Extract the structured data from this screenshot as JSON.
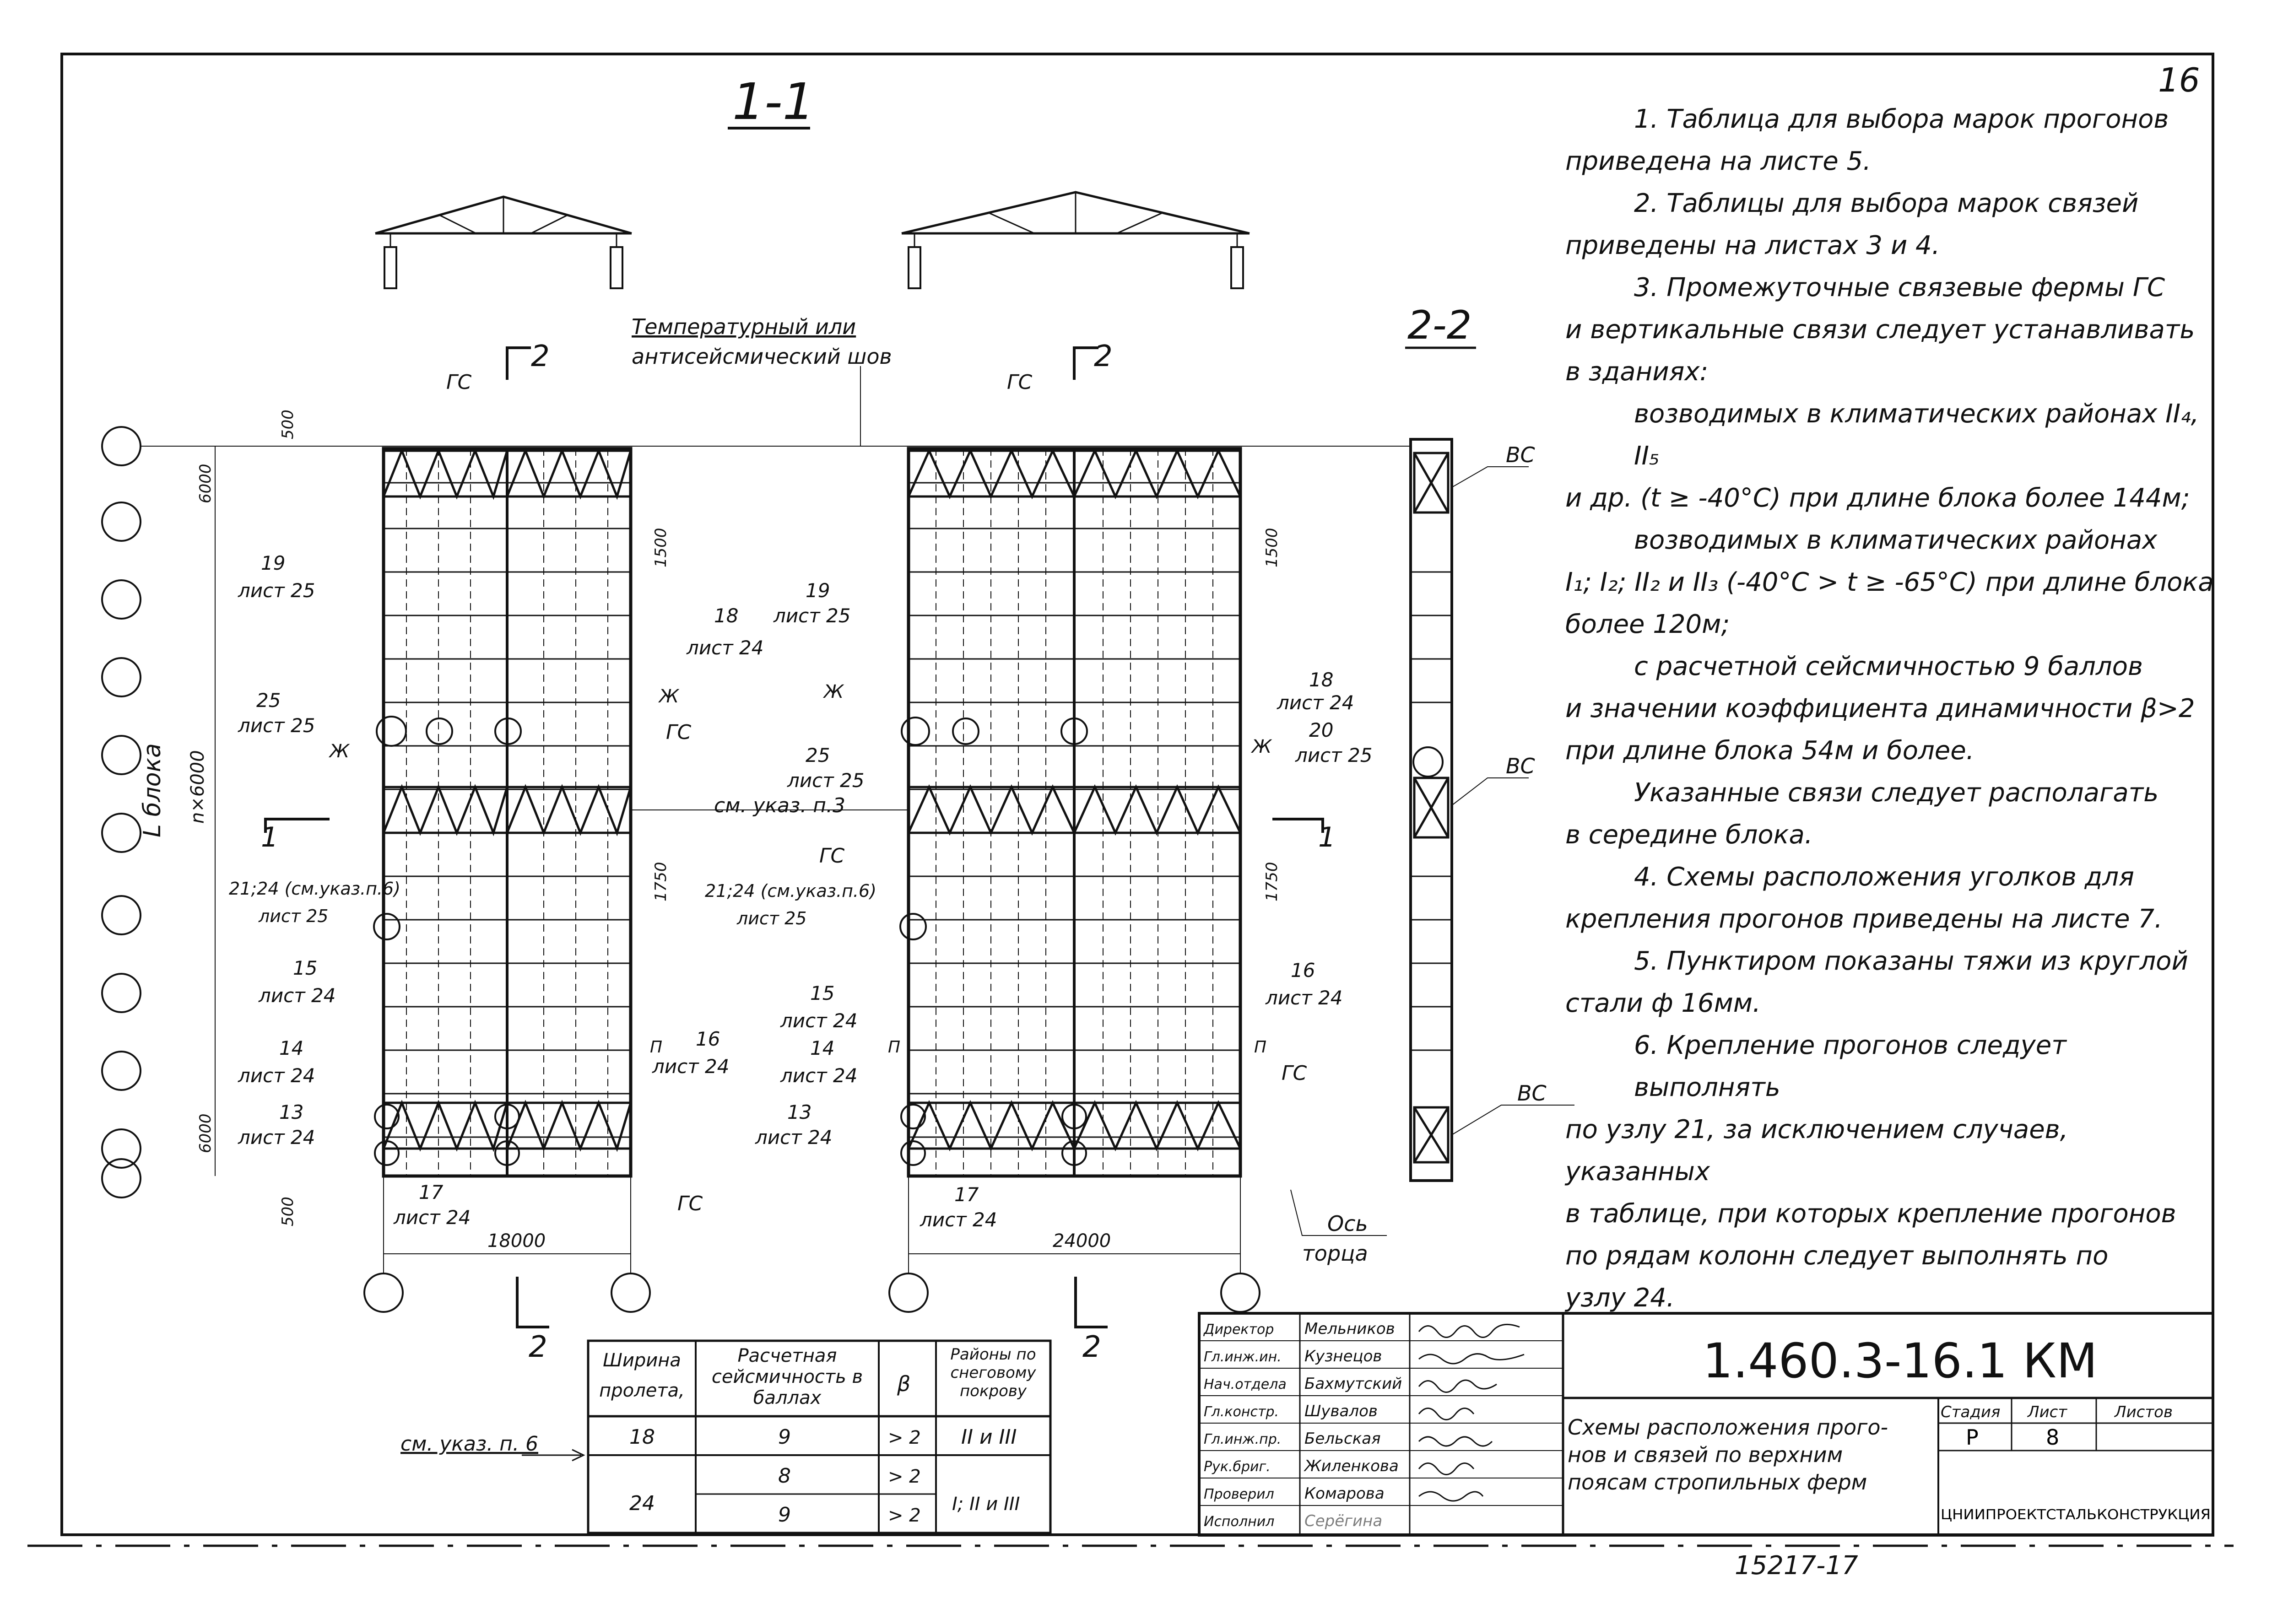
{
  "sheet_number": "16",
  "section_labels": {
    "s11": "1-1",
    "s22": "2-2",
    "cut1": "1",
    "cut2": "2"
  },
  "annotations": {
    "temp_joint": [
      "Температурный или",
      "антисейсмический шов"
    ],
    "gs": "ГС",
    "vs": "ВС",
    "zh": "Ж",
    "p": "П",
    "see_note3": "см. указ. п.3",
    "see_note6": "см. указ. п. 6",
    "block_length": "L блока",
    "block_dim": "n×6000",
    "axis_end": [
      "Ось",
      "торца"
    ]
  },
  "dimensions": {
    "d500": "500",
    "d6000": "6000",
    "d1500": "1500",
    "d1750": "1750",
    "d18000": "18000",
    "d24000": "24000"
  },
  "node_refs": {
    "n19": [
      "19",
      "лист 25"
    ],
    "n18": [
      "18",
      "лист 24"
    ],
    "n25": [
      "25",
      "лист 25"
    ],
    "n20": [
      "20",
      "лист 25"
    ],
    "n2124": [
      "21;24 (см.указ.п.6)",
      "лист 25"
    ],
    "n15": [
      "15",
      "лист 24"
    ],
    "n14": [
      "14",
      "лист 24"
    ],
    "n16": [
      "16",
      "лист 24"
    ],
    "n13": [
      "13",
      "лист 24"
    ],
    "n17": [
      "17",
      "лист 24"
    ]
  },
  "notes": [
    "1. Таблица для выбора марок прогонов",
    "приведена на листе 5.",
    "2. Таблицы для выбора марок связей",
    "приведены на листах 3 и 4.",
    "3. Промежуточные связевые фермы ГС",
    "и вертикальные связи следует устанавливать",
    "в зданиях:",
    "возводимых в климатических районах II₄, II₅",
    "и др. (t ≥ -40°C) при длине блока более 144м;",
    "возводимых в климатических районах",
    "I₁; I₂; II₂ и II₃ (-40°C > t ≥ -65°C) при длине блока",
    "более 120м;",
    "с расчетной сейсмичностью 9 баллов",
    "и значении коэффициента динамичности β>2",
    "при длине блока 54м и более.",
    "Указанные связи следует располагать",
    "в середине блока.",
    "4. Схемы расположения уголков для",
    "крепления прогонов приведены на листе 7.",
    "5. Пунктиром показаны тяжи из круглой",
    "стали ф 16мм.",
    "6. Крепление прогонов следует выполнять",
    "по узлу 21, за исключением случаев, указанных",
    "в таблице, при которых крепление прогонов",
    "по рядам колонн следует выполнять по",
    "узлу 24."
  ],
  "table": {
    "headers": [
      "Ширина пролета, м",
      "Расчетная сейсмичность в баллах",
      "β",
      "Районы по снеговому покрову"
    ],
    "rows": [
      [
        "18",
        "9",
        "> 2",
        "II и III"
      ],
      [
        "24",
        "8",
        "> 2",
        "I; II и III"
      ],
      [
        "",
        "9",
        "> 2",
        ""
      ]
    ],
    "ref": "см. указ. п. 6"
  },
  "title_block": {
    "code": "1.460.3-16.1 КМ",
    "title": [
      "Схемы расположения прого-",
      "нов и связей по верхним",
      "поясам стропильных ферм"
    ],
    "stage_label": "Стадия",
    "sheet_label": "Лист",
    "sheets_label": "Листов",
    "stage": "Р",
    "sheet": "8",
    "sheets": "",
    "org": "ЦНИИПРОЕКТСТАЛЬКОНСТРУКЦИЯ",
    "roles": [
      "Директор",
      "Гл.инж.ин.",
      "Нач.отдела",
      "Гл.констр.",
      "Гл.инж.пр.",
      "Рук.бриг.",
      "Проверил",
      "Исполнил"
    ],
    "names": [
      "Мельников",
      "Кузнецов",
      "Бахмутский",
      "Шувалов",
      "Бельская",
      "Жиленкова",
      "Комарова",
      "Серёгина"
    ],
    "archive": "15217-17"
  }
}
